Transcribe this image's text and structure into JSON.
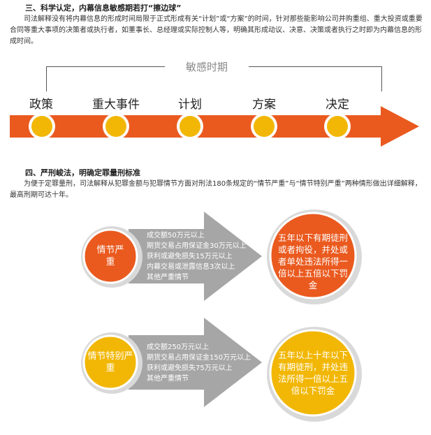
{
  "section3": {
    "heading": "三、科学认定，内幕信息敏感期若打“擦边球”",
    "paragraph": "司法解释没有将内幕信息的形成时间局限于正式形成有关“计划”或“方案”的时间，针对那些能影响公司并购重组、重大投资或重要合同等重大事项的决策者或执行者，如董事长、总经理或实际控制人等，明确其形成动议、决意、决策或者执行之时即为内幕信息的形成时间。"
  },
  "timeline": {
    "title": "敏感时期",
    "stages": [
      "政策",
      "重大事件",
      "计划",
      "方案",
      "决定"
    ],
    "colors": {
      "arrow": "#ea5a1f",
      "dot": "#f2b705",
      "dot_ring": "#ffffff"
    }
  },
  "section4": {
    "heading": "四、严刑峻法，明确定罪量刑标准",
    "paragraph": "为便于定罪量刑，司法解释从犯罪金额与犯罪情节方面对刑法180条规定的“情节严重”与“情节特别严重”两种情形做出详细解释，最高刑期可达十年。"
  },
  "penalties": [
    {
      "label": "情节严重",
      "criteria": [
        "成交额50万元以上",
        "期货交易占用保证金30万元以上",
        "获利或避免损失15万元以上",
        "内幕交易或泄露信息3次以上",
        "其他严重情节"
      ],
      "punishment": "五年以下有期徒刑或者拘役，并处或者单处违法所得一倍以上五倍以下罚金",
      "color": "#ea5a1f"
    },
    {
      "label": "情节特别严重",
      "criteria": [
        "成交额250万元以上",
        "期货交易占用保证金150万元以上",
        "获利或避免损失75万元以上",
        "其他严重情节"
      ],
      "punishment": "五年以上十年以下有期徒刑，并处违法所得一倍以上五倍以下罚金",
      "color": "#f2b705"
    }
  ],
  "colors": {
    "arrow_gray": "#a6a6a6",
    "shadow": "#d9d9d9"
  }
}
